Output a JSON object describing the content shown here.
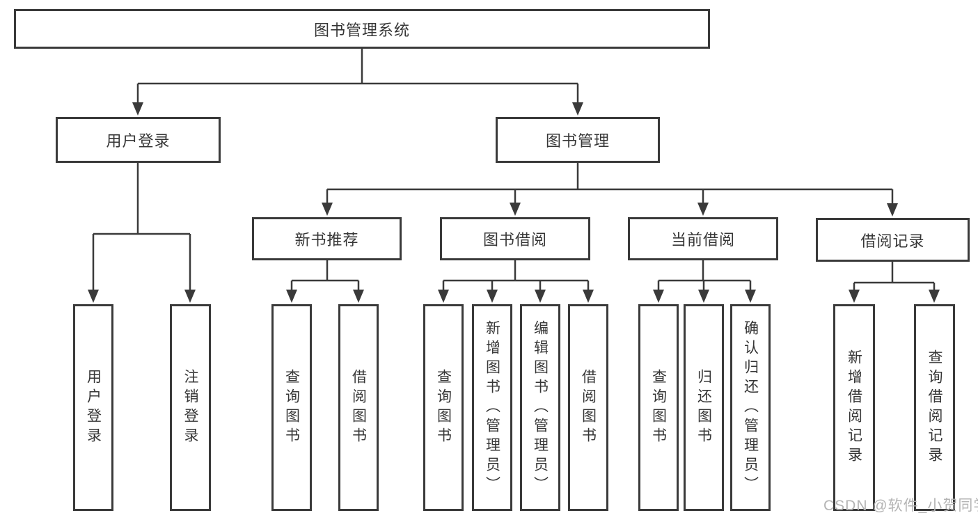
{
  "tree": {
    "label": "图书管理系统",
    "children": [
      {
        "label": "用户登录",
        "children": [
          {
            "label": "用户登录"
          },
          {
            "label": "注销登录"
          }
        ]
      },
      {
        "label": "图书管理",
        "children": [
          {
            "label": "新书推荐",
            "children": [
              {
                "label": "查询图书"
              },
              {
                "label": "借阅图书"
              }
            ]
          },
          {
            "label": "图书借阅",
            "children": [
              {
                "label": "查询图书"
              },
              {
                "label": "新增图书（管理员）"
              },
              {
                "label": "编辑图书（管理员）"
              },
              {
                "label": "借阅图书"
              }
            ]
          },
          {
            "label": "当前借阅",
            "children": [
              {
                "label": "查询图书"
              },
              {
                "label": "归还图书"
              },
              {
                "label": "确认归还（管理员）"
              }
            ]
          },
          {
            "label": "借阅记录",
            "children": [
              {
                "label": "新增借阅记录"
              },
              {
                "label": "查询借阅记录"
              }
            ]
          }
        ]
      }
    ]
  },
  "watermark": {
    "text": "CSDN @软件_小贺同学"
  },
  "colors": {
    "box_border": "#3a3a3a",
    "connector": "#3a3a3a",
    "text": "#363636",
    "watermark": "#b4b4b4",
    "background": "#ffffff"
  }
}
